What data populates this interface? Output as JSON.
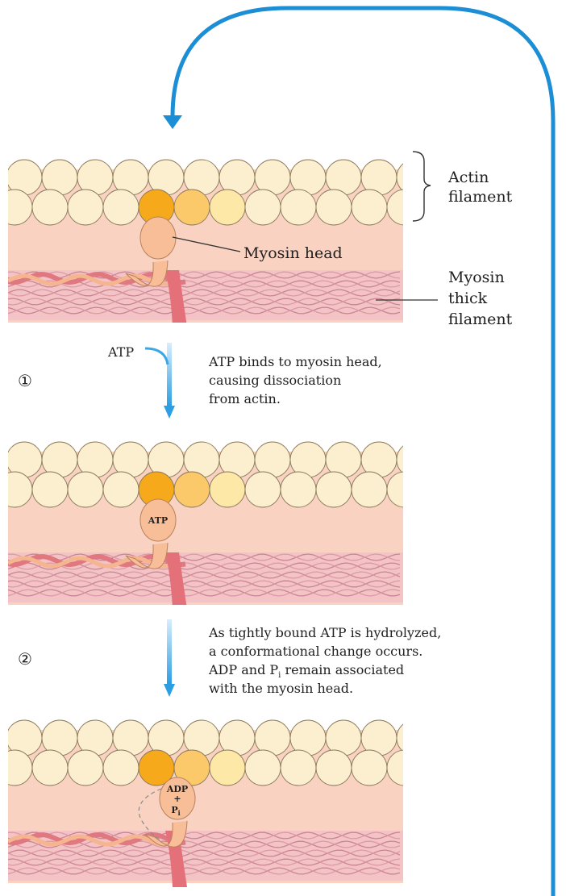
{
  "labels": {
    "actin_line1": "Actin",
    "actin_line2": "filament",
    "myosin_head": "Myosin head",
    "thick_line1": "Myosin",
    "thick_line2": "thick",
    "thick_line3": "filament",
    "atp_input": "ATP"
  },
  "steps": [
    {
      "number": "①",
      "lines": [
        "ATP binds to myosin head,",
        "causing dissociation",
        "from actin."
      ]
    },
    {
      "number": "②",
      "lines": [
        "As tightly bound ATP is hydrolyzed,",
        "a conformational change occurs.",
        "ADP and P",
        "with the myosin head."
      ],
      "line3_subscript": "i",
      "line3_suffix": " remain associated"
    }
  ],
  "head_labels": {
    "panel2": "ATP",
    "panel3_adp": "ADP",
    "panel3_plus": "+",
    "panel3_p": "P",
    "panel3_sub": "i"
  },
  "colors": {
    "cycle_arrow": "#1b8ed6",
    "step_arrow": "#3aa8e6",
    "background_band": "#f9d2c2",
    "actin_bead": "#fcefd0",
    "actin_bead_stroke": "#8a7a5a",
    "bead_orange": "#f6a91a",
    "bead_mid": "#fcc96a",
    "bead_light": "#fde8a8",
    "myosin_head": "#f8be98",
    "thick_filament": "#e8aab4",
    "myosin_tail": "#e4707a"
  }
}
